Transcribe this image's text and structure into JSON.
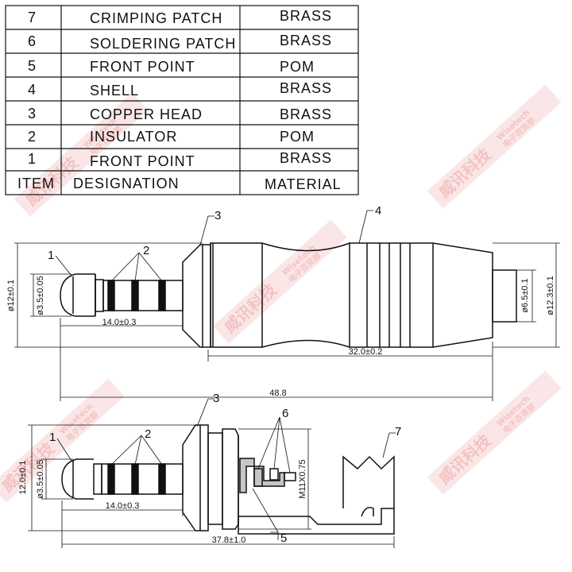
{
  "bom": {
    "rows": [
      {
        "item": "7",
        "designation": "CRIMPING PATCH",
        "material": "BRASS"
      },
      {
        "item": "6",
        "designation": "SOLDERING PATCH",
        "material": "BRASS"
      },
      {
        "item": "5",
        "designation": "FRONT POINT",
        "material": "POM"
      },
      {
        "item": "4",
        "designation": "SHELL",
        "material": "BRASS"
      },
      {
        "item": "3",
        "designation": "COPPER HEAD",
        "material": "BRASS"
      },
      {
        "item": "2",
        "designation": "INSULATOR",
        "material": "POM"
      },
      {
        "item": "1",
        "designation": "FRONT POINT",
        "material": "BRASS"
      }
    ],
    "header": {
      "item": "ITEM",
      "designation": "DESIGNATION",
      "material": "MATERIAL"
    }
  },
  "top_view": {
    "callouts": {
      "c1": "1",
      "c2": "2",
      "c3": "3",
      "c4": "4"
    },
    "dims": {
      "overall_dia": "ø12±0.1",
      "tip_dia": "ø3.5±0.05",
      "plug_len": "14.0±0.3",
      "cable_dia": "ø6.5±0.1",
      "body_dia": "ø12.3±0.1",
      "shell_len": "32.0±0.2",
      "total_len": "48.8"
    }
  },
  "bottom_view": {
    "callouts": {
      "c1": "1",
      "c2": "2",
      "c3": "3",
      "c5": "5",
      "c6": "6",
      "c7": "7"
    },
    "dims": {
      "overall_dia": "12.0±0.1",
      "tip_dia": "ø3.5±0.05",
      "plug_len": "14.0±0.3",
      "thread": "M11X0.75",
      "total_len": "37.8±1.0"
    }
  },
  "watermark": {
    "cn": "威讯科技",
    "en": "Wisetech",
    "sub": "电子百货部"
  },
  "colors": {
    "line": "#111111",
    "watermark": "#e57373"
  }
}
